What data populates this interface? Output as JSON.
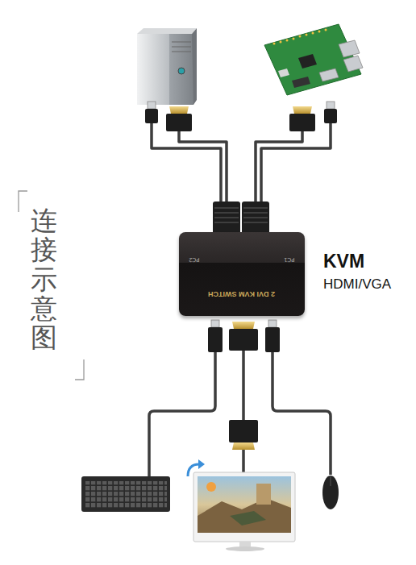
{
  "diagram": {
    "title": "连接示意图",
    "nodes": [
      {
        "text": [
          "PC2",
          "PC1",
          "2 DVI KVM SWITCH"
        ]
      }
    ],
    "labels": [
      "KVM",
      "HDMI/VGA"
    ]
  }
}
